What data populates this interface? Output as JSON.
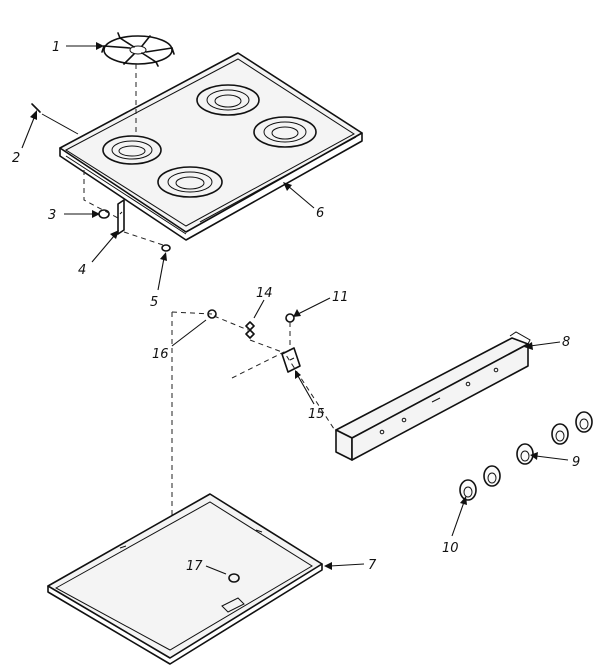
{
  "callouts": {
    "c1": "1",
    "c2": "2",
    "c3": "3",
    "c4": "4",
    "c5": "5",
    "c6": "6",
    "c7": "7",
    "c8": "8",
    "c9": "9",
    "c10": "10",
    "c11": "11",
    "c14": "14",
    "c15": "15",
    "c16": "16",
    "c17": "17"
  }
}
